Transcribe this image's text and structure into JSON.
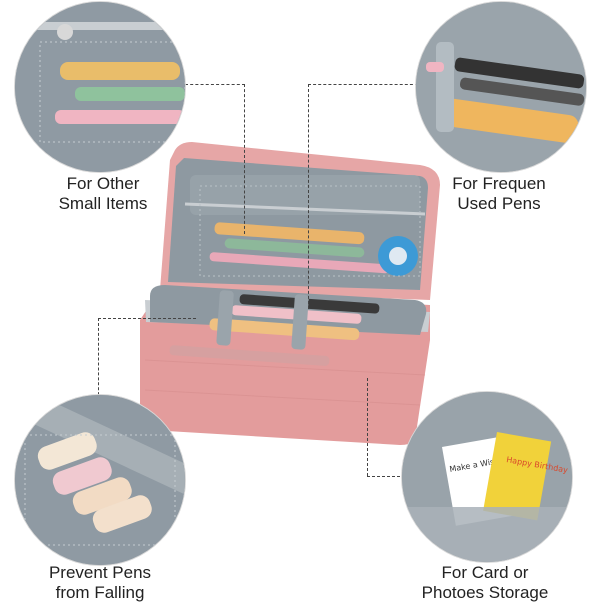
{
  "features": {
    "top_left": {
      "line1": "For Other",
      "line2": "Small Items"
    },
    "top_right": {
      "line1": "For Frequen",
      "line2": "Used Pens"
    },
    "bottom_left": {
      "line1": "Prevent Pens",
      "line2": "from Falling"
    },
    "bottom_right": {
      "line1": "For Card or",
      "line2": "Photoes Storage"
    }
  },
  "card_text": {
    "card1": "Make a Wish",
    "card2": "Happy Birthday"
  },
  "colors": {
    "pink_case": "#e8a1a1",
    "lining": "#8d98a0",
    "zipper": "#c9ced2",
    "callout_line": "#444444"
  }
}
